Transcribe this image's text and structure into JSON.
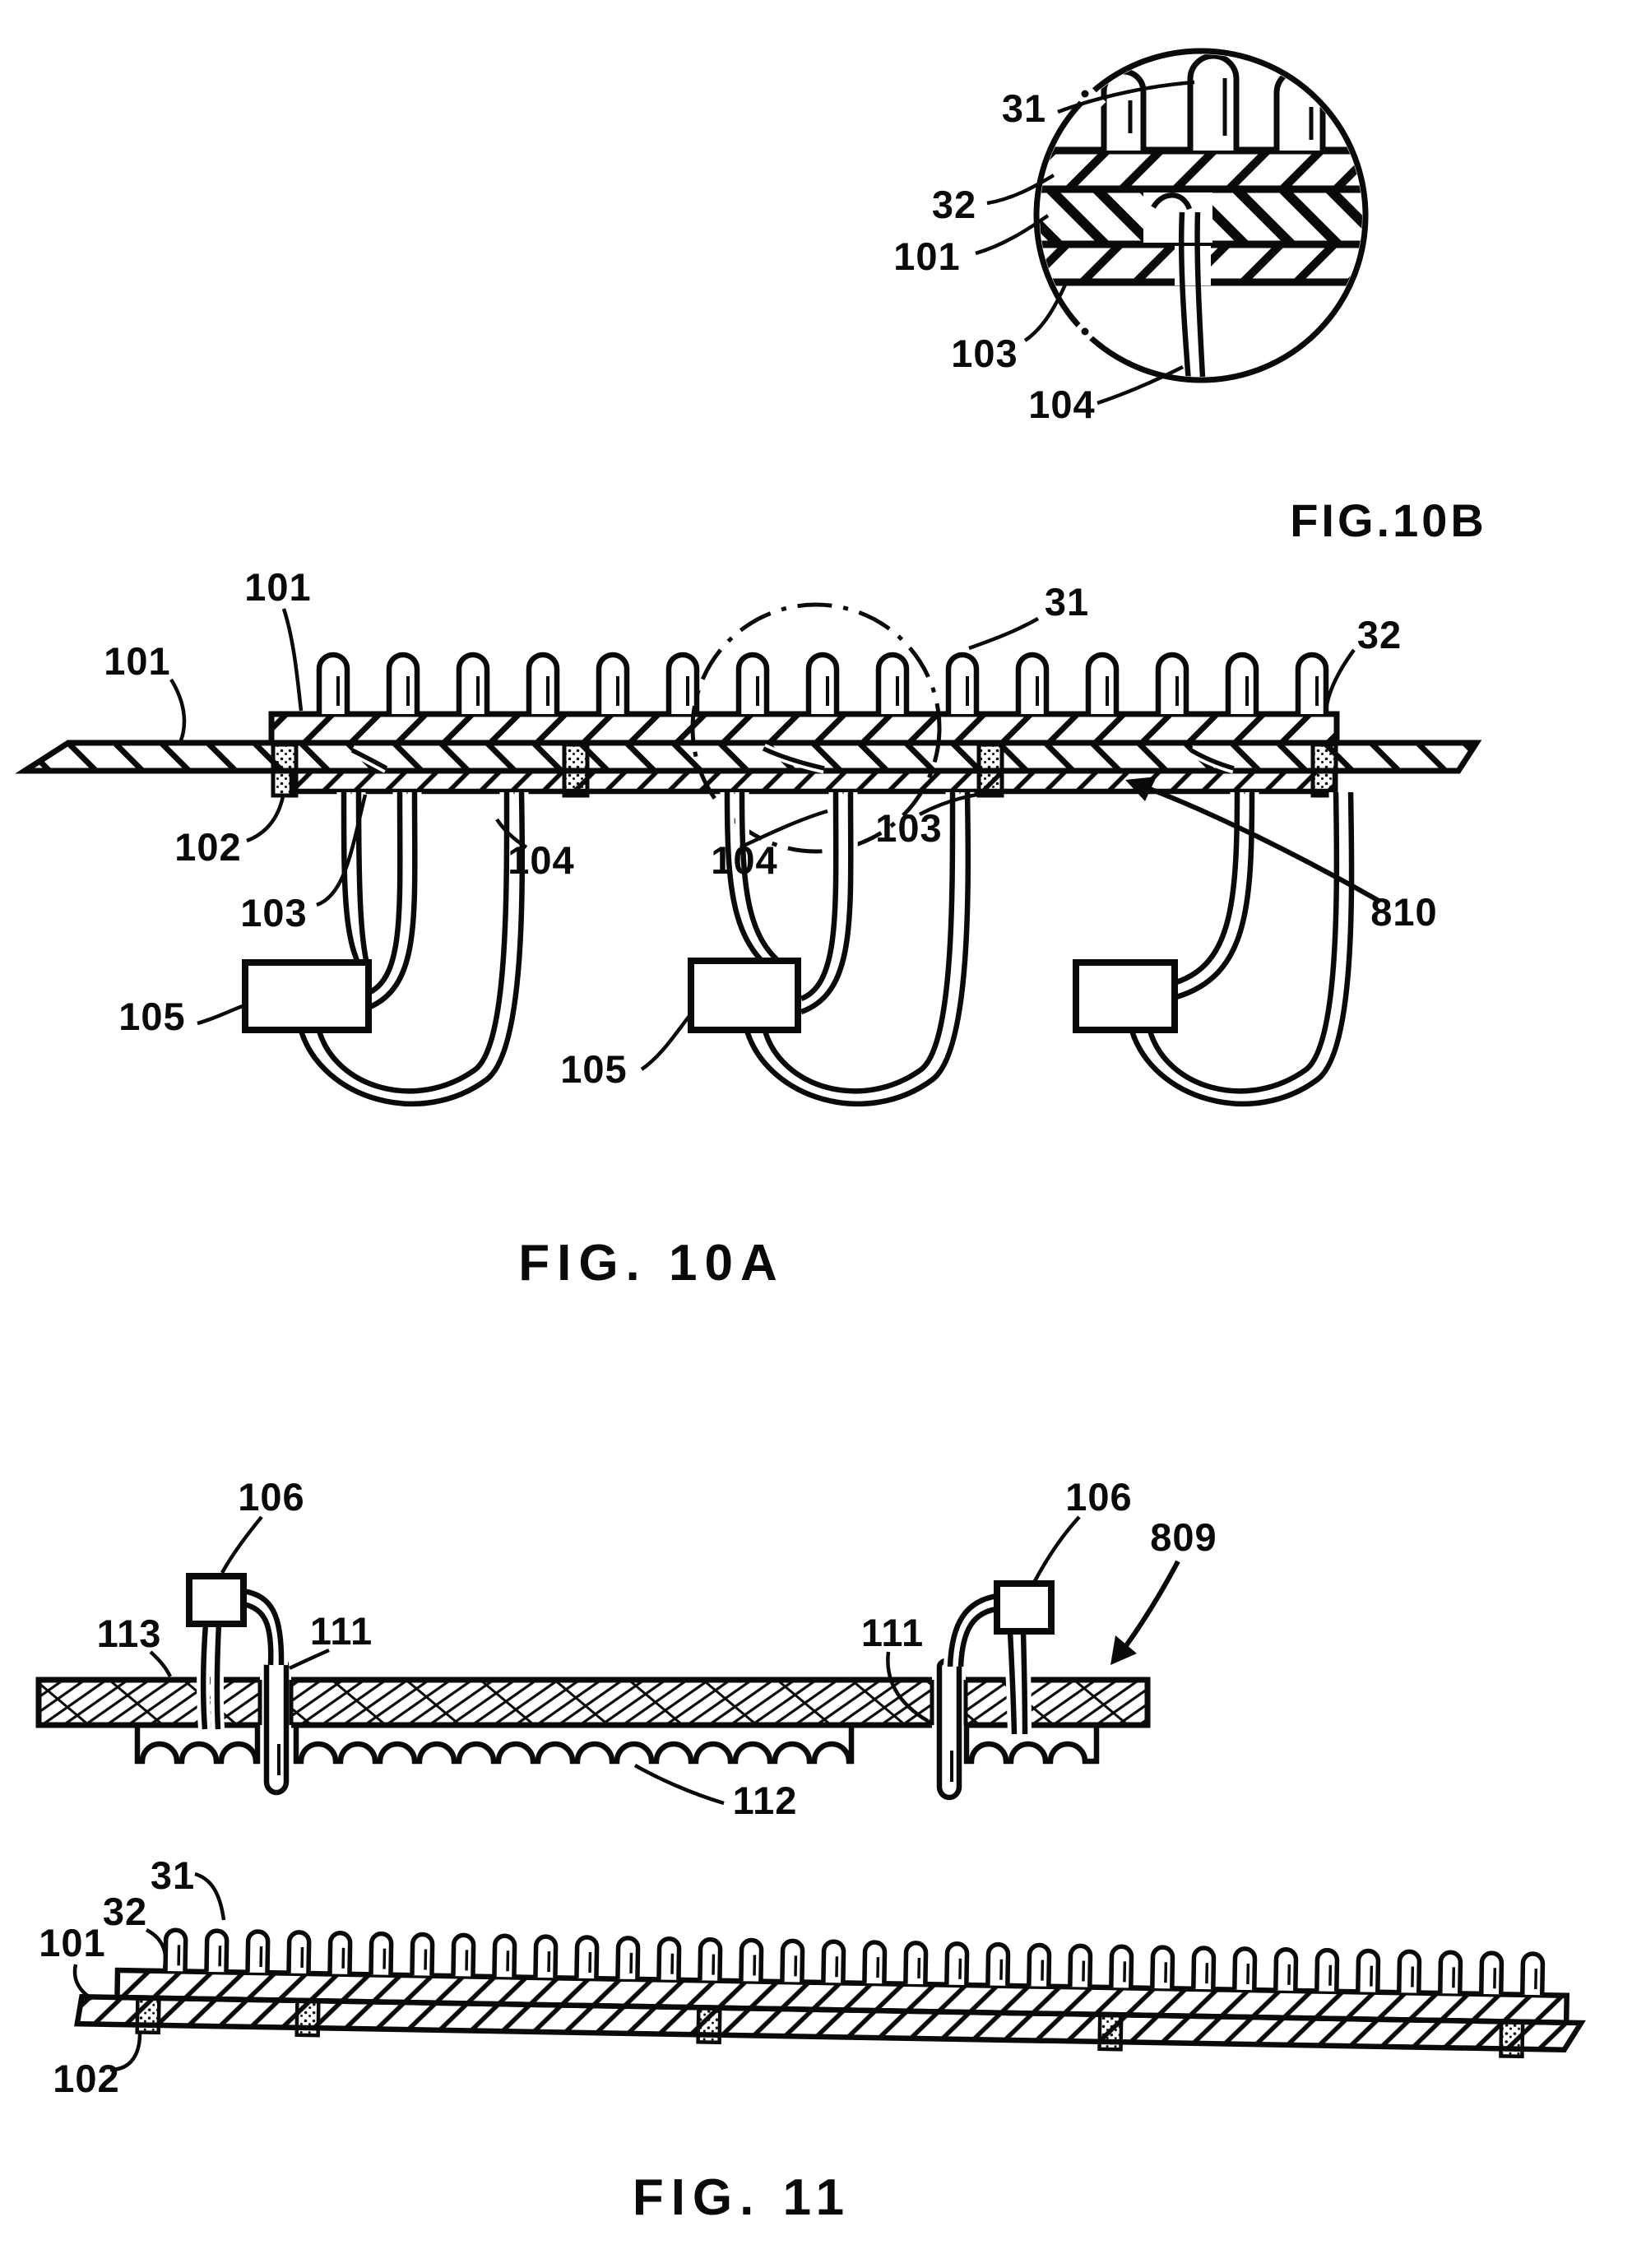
{
  "figures": {
    "fig10b": {
      "caption": "FIG.10B",
      "labels": {
        "pin": "31",
        "layer_top": "32",
        "layer_mid": "101",
        "layer_bottom": "103",
        "wire": "104"
      }
    },
    "fig10a": {
      "caption": "FIG. 10A",
      "labels": {
        "substrate_top": "101",
        "substrate_left": "101",
        "compliant": "102",
        "adhesive_left": "103",
        "wire_left": "104",
        "wire_mid": "104",
        "adhesive_mid": "103",
        "pin": "31",
        "carrier": "32",
        "module_left": "105",
        "module_mid": "105",
        "assembly": "810"
      }
    },
    "fig11": {
      "caption": "FIG. 11",
      "labels": {
        "module_left": "106",
        "module_right": "106",
        "assembly": "809",
        "test_strip": "113",
        "probe_left": "111",
        "probe_right": "111",
        "elastomer": "112",
        "pin": "31",
        "carrier": "32",
        "substrate": "101",
        "compliant": "102"
      }
    }
  }
}
